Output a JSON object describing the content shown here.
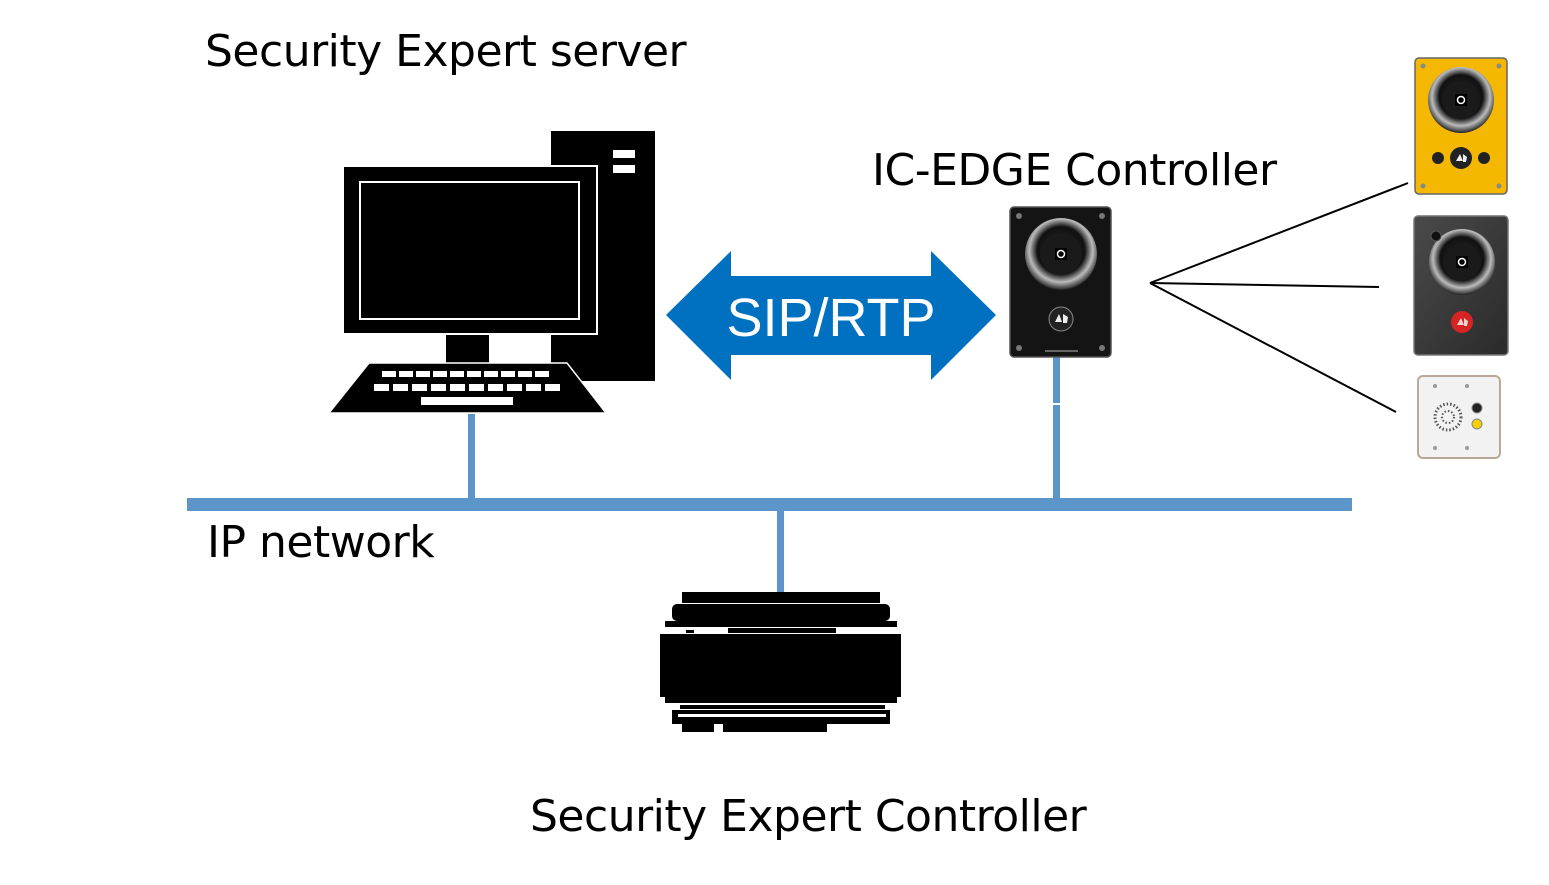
{
  "labels": {
    "server": "Security Expert server",
    "ic_edge": "IC-EDGE Controller",
    "network": "IP network",
    "controller": "Security Expert Controller"
  },
  "connection": {
    "protocol": "SIP/RTP",
    "color": "#0070C0"
  },
  "network": {
    "color": "#5B95C9"
  },
  "intercoms": [
    {
      "name": "yellow-intercom",
      "color": "#F5B800"
    },
    {
      "name": "dark-intercom",
      "color": "#3A3A3A"
    },
    {
      "name": "white-intercom",
      "color": "#EDEDED"
    }
  ],
  "icons": {
    "server": "desktop-computer-icon",
    "ic_edge": "ic-edge-intercom-icon",
    "controller": "security-expert-controller-icon"
  }
}
